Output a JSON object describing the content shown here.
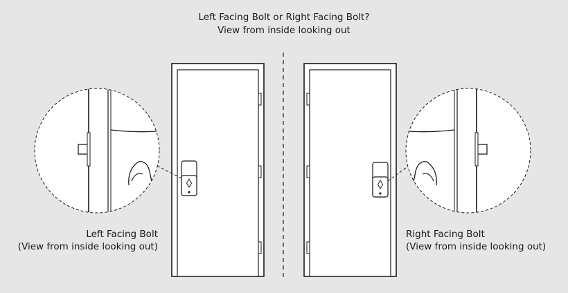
{
  "header": {
    "title": "Left Facing Bolt or Right Facing Bolt?",
    "subtitle": "View from inside looking out"
  },
  "left_panel": {
    "label": "Left Facing Bolt",
    "sublabel": "(View from inside looking out)"
  },
  "right_panel": {
    "label": "Right Facing Bolt",
    "sublabel": "(View from inside looking out)"
  },
  "colors": {
    "background": "#e6e6e6",
    "door_fill": "#ffffff",
    "stroke": "#1a1a1a"
  },
  "icons": [
    "door-frame",
    "door-hinge",
    "smart-lock",
    "magnifier-callout",
    "door-handle"
  ]
}
